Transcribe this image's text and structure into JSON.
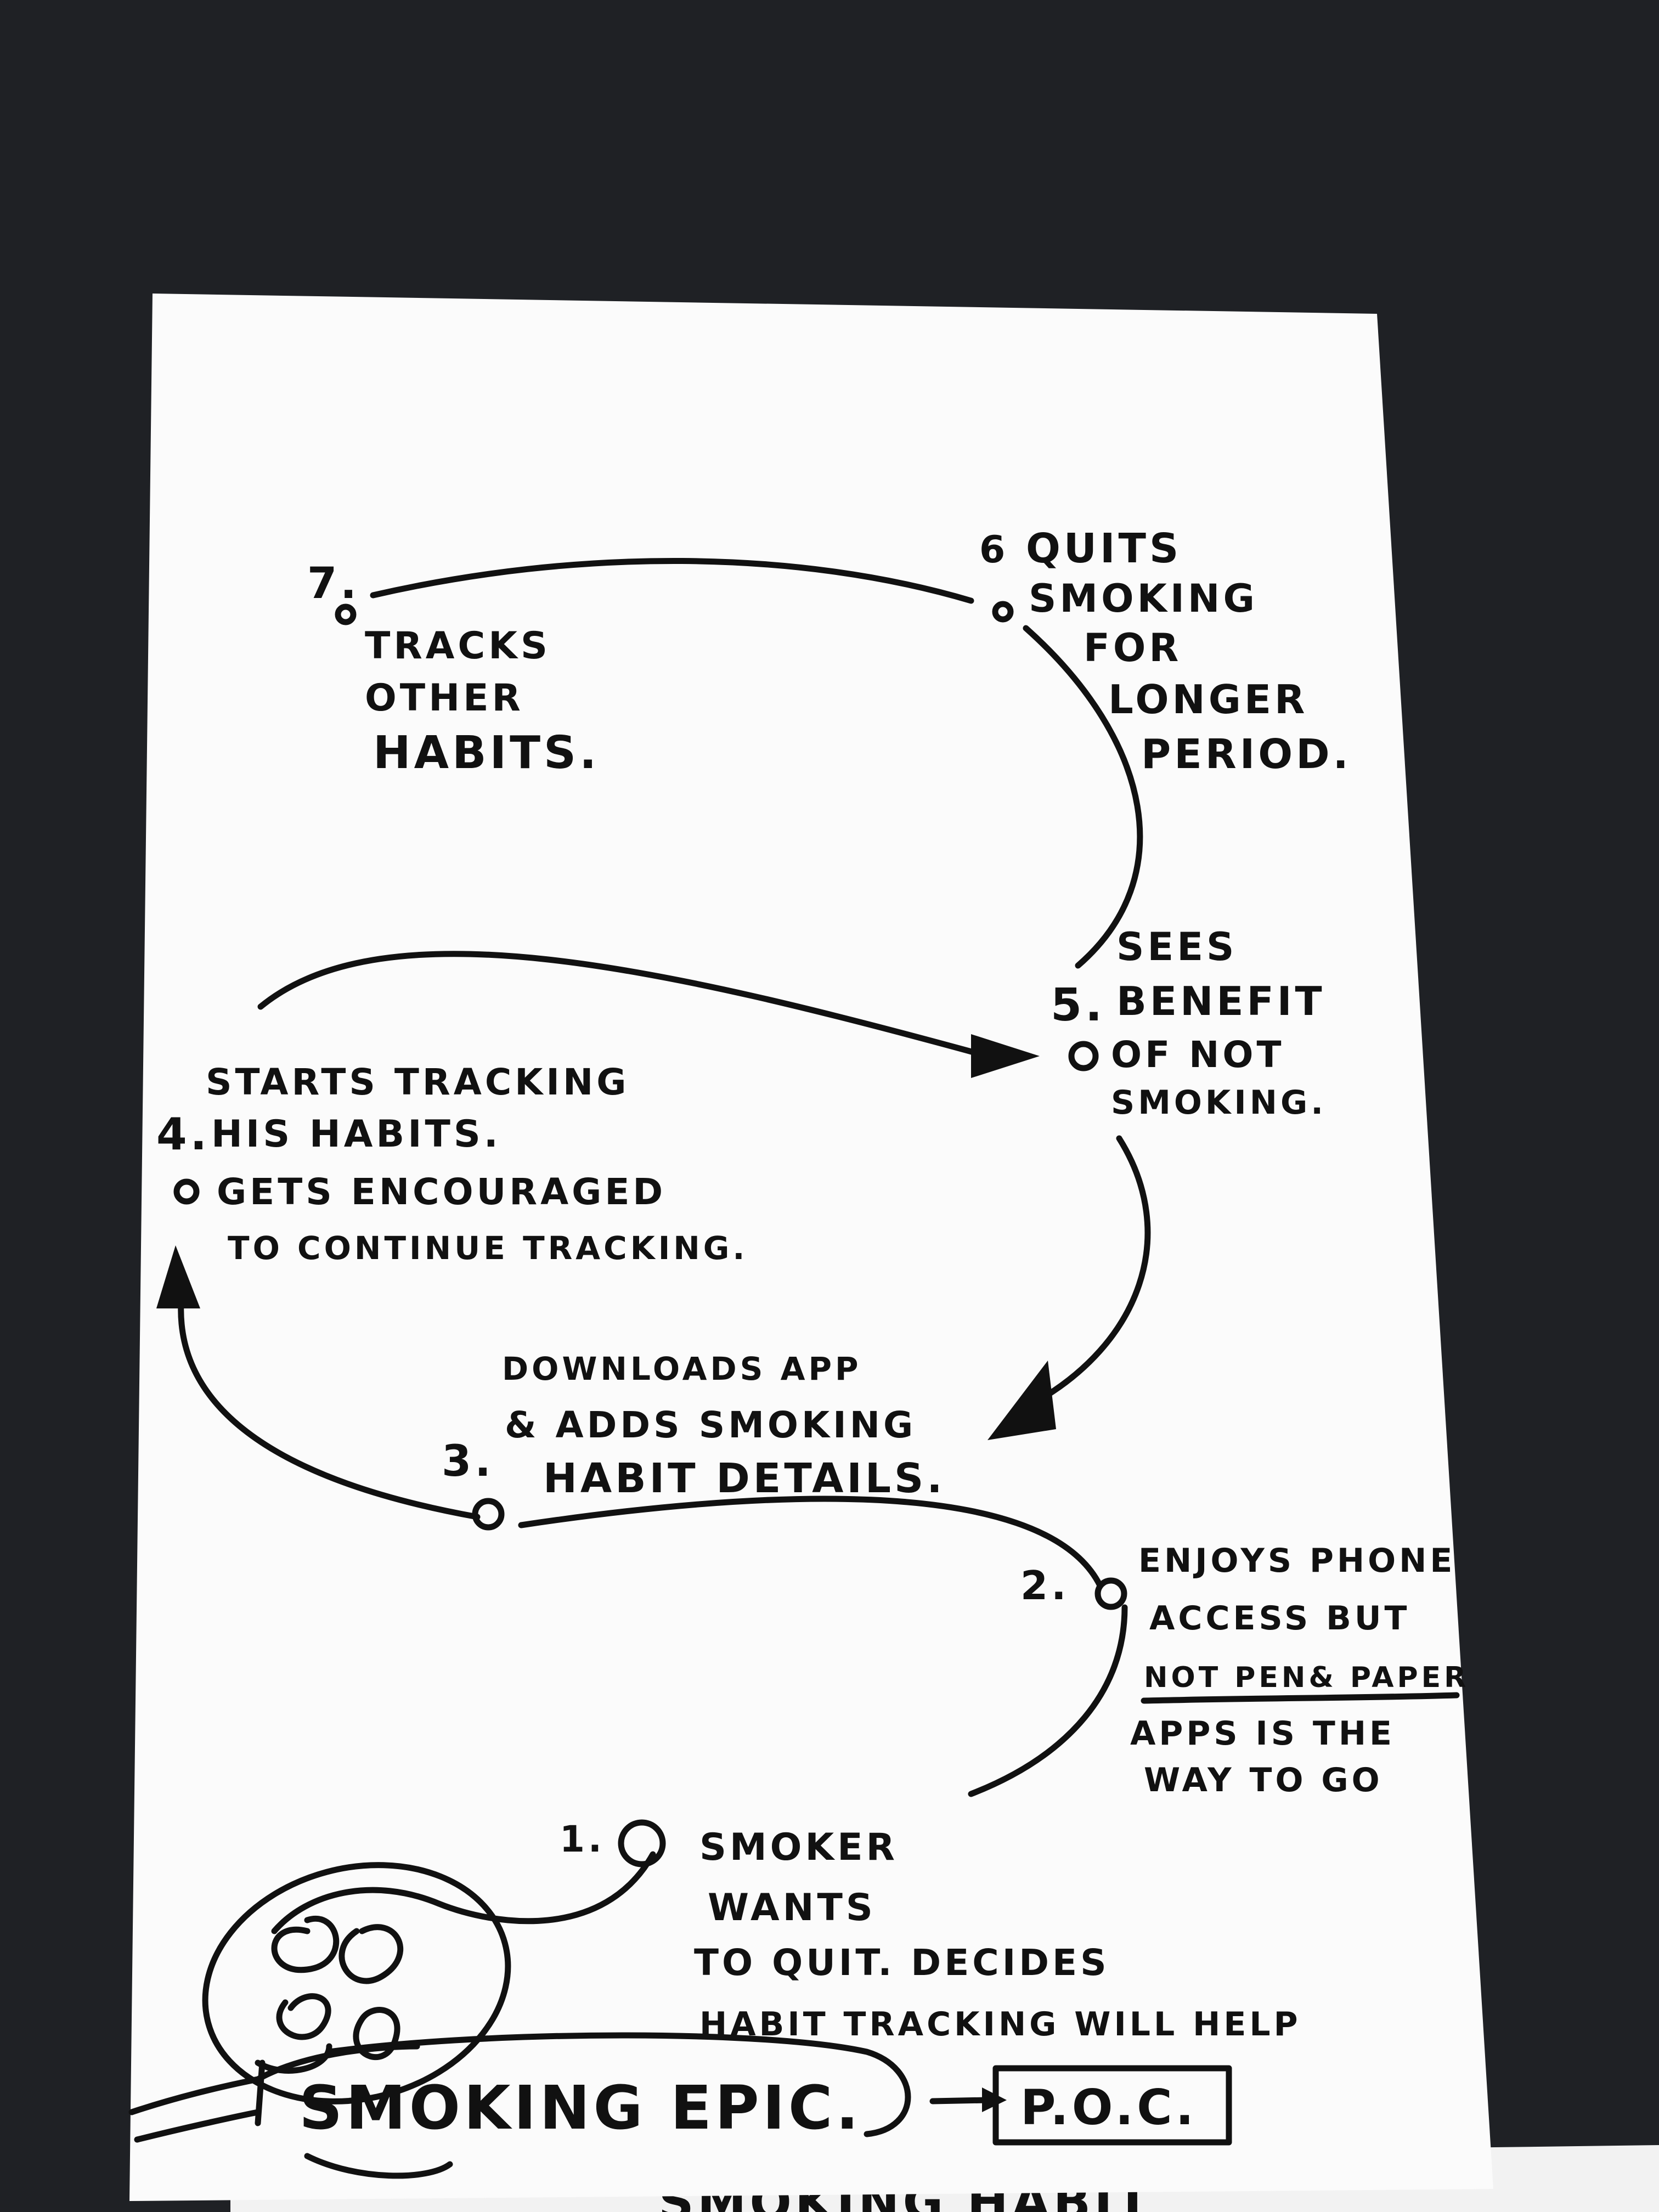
{
  "title": "SMOKING EPIC.",
  "poc_label": "P.O.C.",
  "bottom_sheet_text": "SMOKING HABIT",
  "colors": {
    "ink": "#111111",
    "paper": "#ffffff",
    "desk": "#1f2125"
  },
  "steps": [
    {
      "number": "1.",
      "lines": [
        "SMOKER",
        "WANTS",
        "TO QUIT. DECIDES",
        "HABIT TRACKING WILL HELP"
      ]
    },
    {
      "number": "2.",
      "lines": [
        "ENJOYS PHONE",
        "ACCESS BUT",
        "NOT PEN& PAPER",
        "APPS IS THE",
        "WAY TO GO"
      ]
    },
    {
      "number": "3.",
      "lines": [
        "DOWNLOADS APP",
        "& ADDS SMOKING",
        "HABIT DETAILS."
      ]
    },
    {
      "number": "4.",
      "lines": [
        "STARTS TRACKING",
        "HIS HABITS.",
        "GETS ENCOURAGED",
        "TO CONTINUE TRACKING."
      ]
    },
    {
      "number": "5.",
      "lines": [
        "SEES",
        "BENEFIT",
        "OF NOT",
        "SMOKING."
      ]
    },
    {
      "number": "6",
      "lines": [
        "QUITS",
        "SMOKING",
        "FOR",
        "LONGER",
        "PERIOD."
      ]
    },
    {
      "number": "7.",
      "lines": [
        "TRACKS",
        "OTHER",
        "HABITS."
      ]
    }
  ]
}
